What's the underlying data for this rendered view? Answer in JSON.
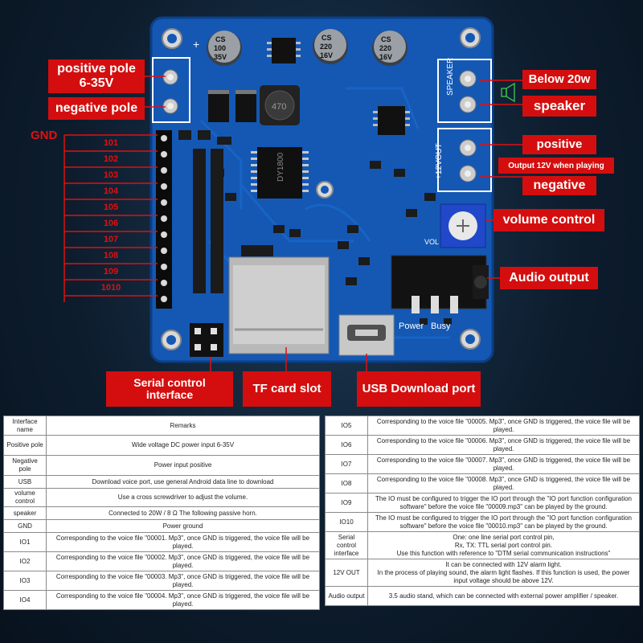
{
  "board": {
    "silkscreen": {
      "cap1": "CS\n100\n35V",
      "cap2": "CS\n220\n16V",
      "cap3": "CS\n220\n16V",
      "inductor": "470",
      "chip": "DY1800",
      "speaker": "SPEAKER",
      "plus12v": "+12VOUT",
      "power": "Power",
      "busy": "Busy",
      "vol": "VOL",
      "plus": "+",
      "minus": "-"
    }
  },
  "callouts": {
    "positive_pole": "positive pole\n6-35V",
    "negative_pole": "negative pole",
    "below_20w": "Below 20w",
    "speaker": "speaker",
    "positive": "positive",
    "output_12v": "Output 12V when playing",
    "negative": "negative",
    "volume_control": "volume control",
    "audio_output": "Audio output",
    "serial_control": "Serial control\ninterface",
    "tf_card": "TF card slot",
    "usb_download": "USB Download port",
    "gnd": "GND"
  },
  "io_labels": [
    "101",
    "102",
    "103",
    "104",
    "105",
    "106",
    "107",
    "108",
    "109",
    "1010"
  ],
  "colors": {
    "callout_red": "#d40e0e",
    "pcb_blue": "#1458b4"
  },
  "table_left": {
    "header": {
      "name": "Interface name",
      "remarks": "Remarks"
    },
    "rows": [
      {
        "name": "Positive pole",
        "remarks": "Wide voltage DC power input 6-35V"
      },
      {
        "name": "Negative pole",
        "remarks": "Power input positive"
      },
      {
        "name": "USB",
        "remarks": "Download voice port, use general Android data line to download"
      },
      {
        "name": "volume control",
        "remarks": "Use a cross screwdriver to adjust the volume."
      },
      {
        "name": "speaker",
        "remarks": "Connected to 20W / 8 Ω The following passive horn."
      },
      {
        "name": "GND",
        "remarks": "Power ground"
      },
      {
        "name": "IO1",
        "remarks": "Corresponding to the voice file \"00001. Mp3\", once GND is triggered, the voice file will be played."
      },
      {
        "name": "IO2",
        "remarks": "Corresponding to the voice file \"00002. Mp3\", once GND is triggered, the voice file will be played."
      },
      {
        "name": "IO3",
        "remarks": "Corresponding to the voice file \"00003. Mp3\", once GND is triggered, the voice file will be played."
      },
      {
        "name": "IO4",
        "remarks": "Corresponding to the voice file \"00004. Mp3\", once GND is triggered, the voice file will be played."
      }
    ]
  },
  "table_right": {
    "rows": [
      {
        "name": "IO5",
        "remarks": "Corresponding to the voice file \"00005. Mp3\", once GND is triggered, the voice file will be played."
      },
      {
        "name": "IO6",
        "remarks": "Corresponding to the voice file \"00006. Mp3\", once GND is triggered, the voice file will be played."
      },
      {
        "name": "IO7",
        "remarks": "Corresponding to the voice file \"00007. Mp3\", once GND is triggered, the voice file will be played."
      },
      {
        "name": "IO8",
        "remarks": "Corresponding to the voice file \"00008. Mp3\", once GND is triggered, the voice file will be played."
      },
      {
        "name": "IO9",
        "remarks": "The IO must be configured to trigger the IO port through the \"IO port function configuration software\" before the voice file \"00009.mp3\" can be played by the ground."
      },
      {
        "name": "IO10",
        "remarks": "The IO must be configured to trigger the IO port through the \"IO port function configuration software\" before the voice file \"00010.mp3\" can be played by the ground."
      },
      {
        "name": "Serial control interface",
        "remarks": "One: one line serial port control pin,\nRx, TX: TTL serial port control pin.\nUse this function with reference to \"DTM serial communication instructions\""
      },
      {
        "name": "12V OUT",
        "remarks": "It can be connected with 12V alarm light.\nIn the process of playing sound, the alarm light flashes. If this function is used, the power input voltage should be above 12V."
      },
      {
        "name": "Audio output",
        "remarks": "3.5 audio stand, which can be connected with external power amplifier / speaker."
      }
    ]
  }
}
